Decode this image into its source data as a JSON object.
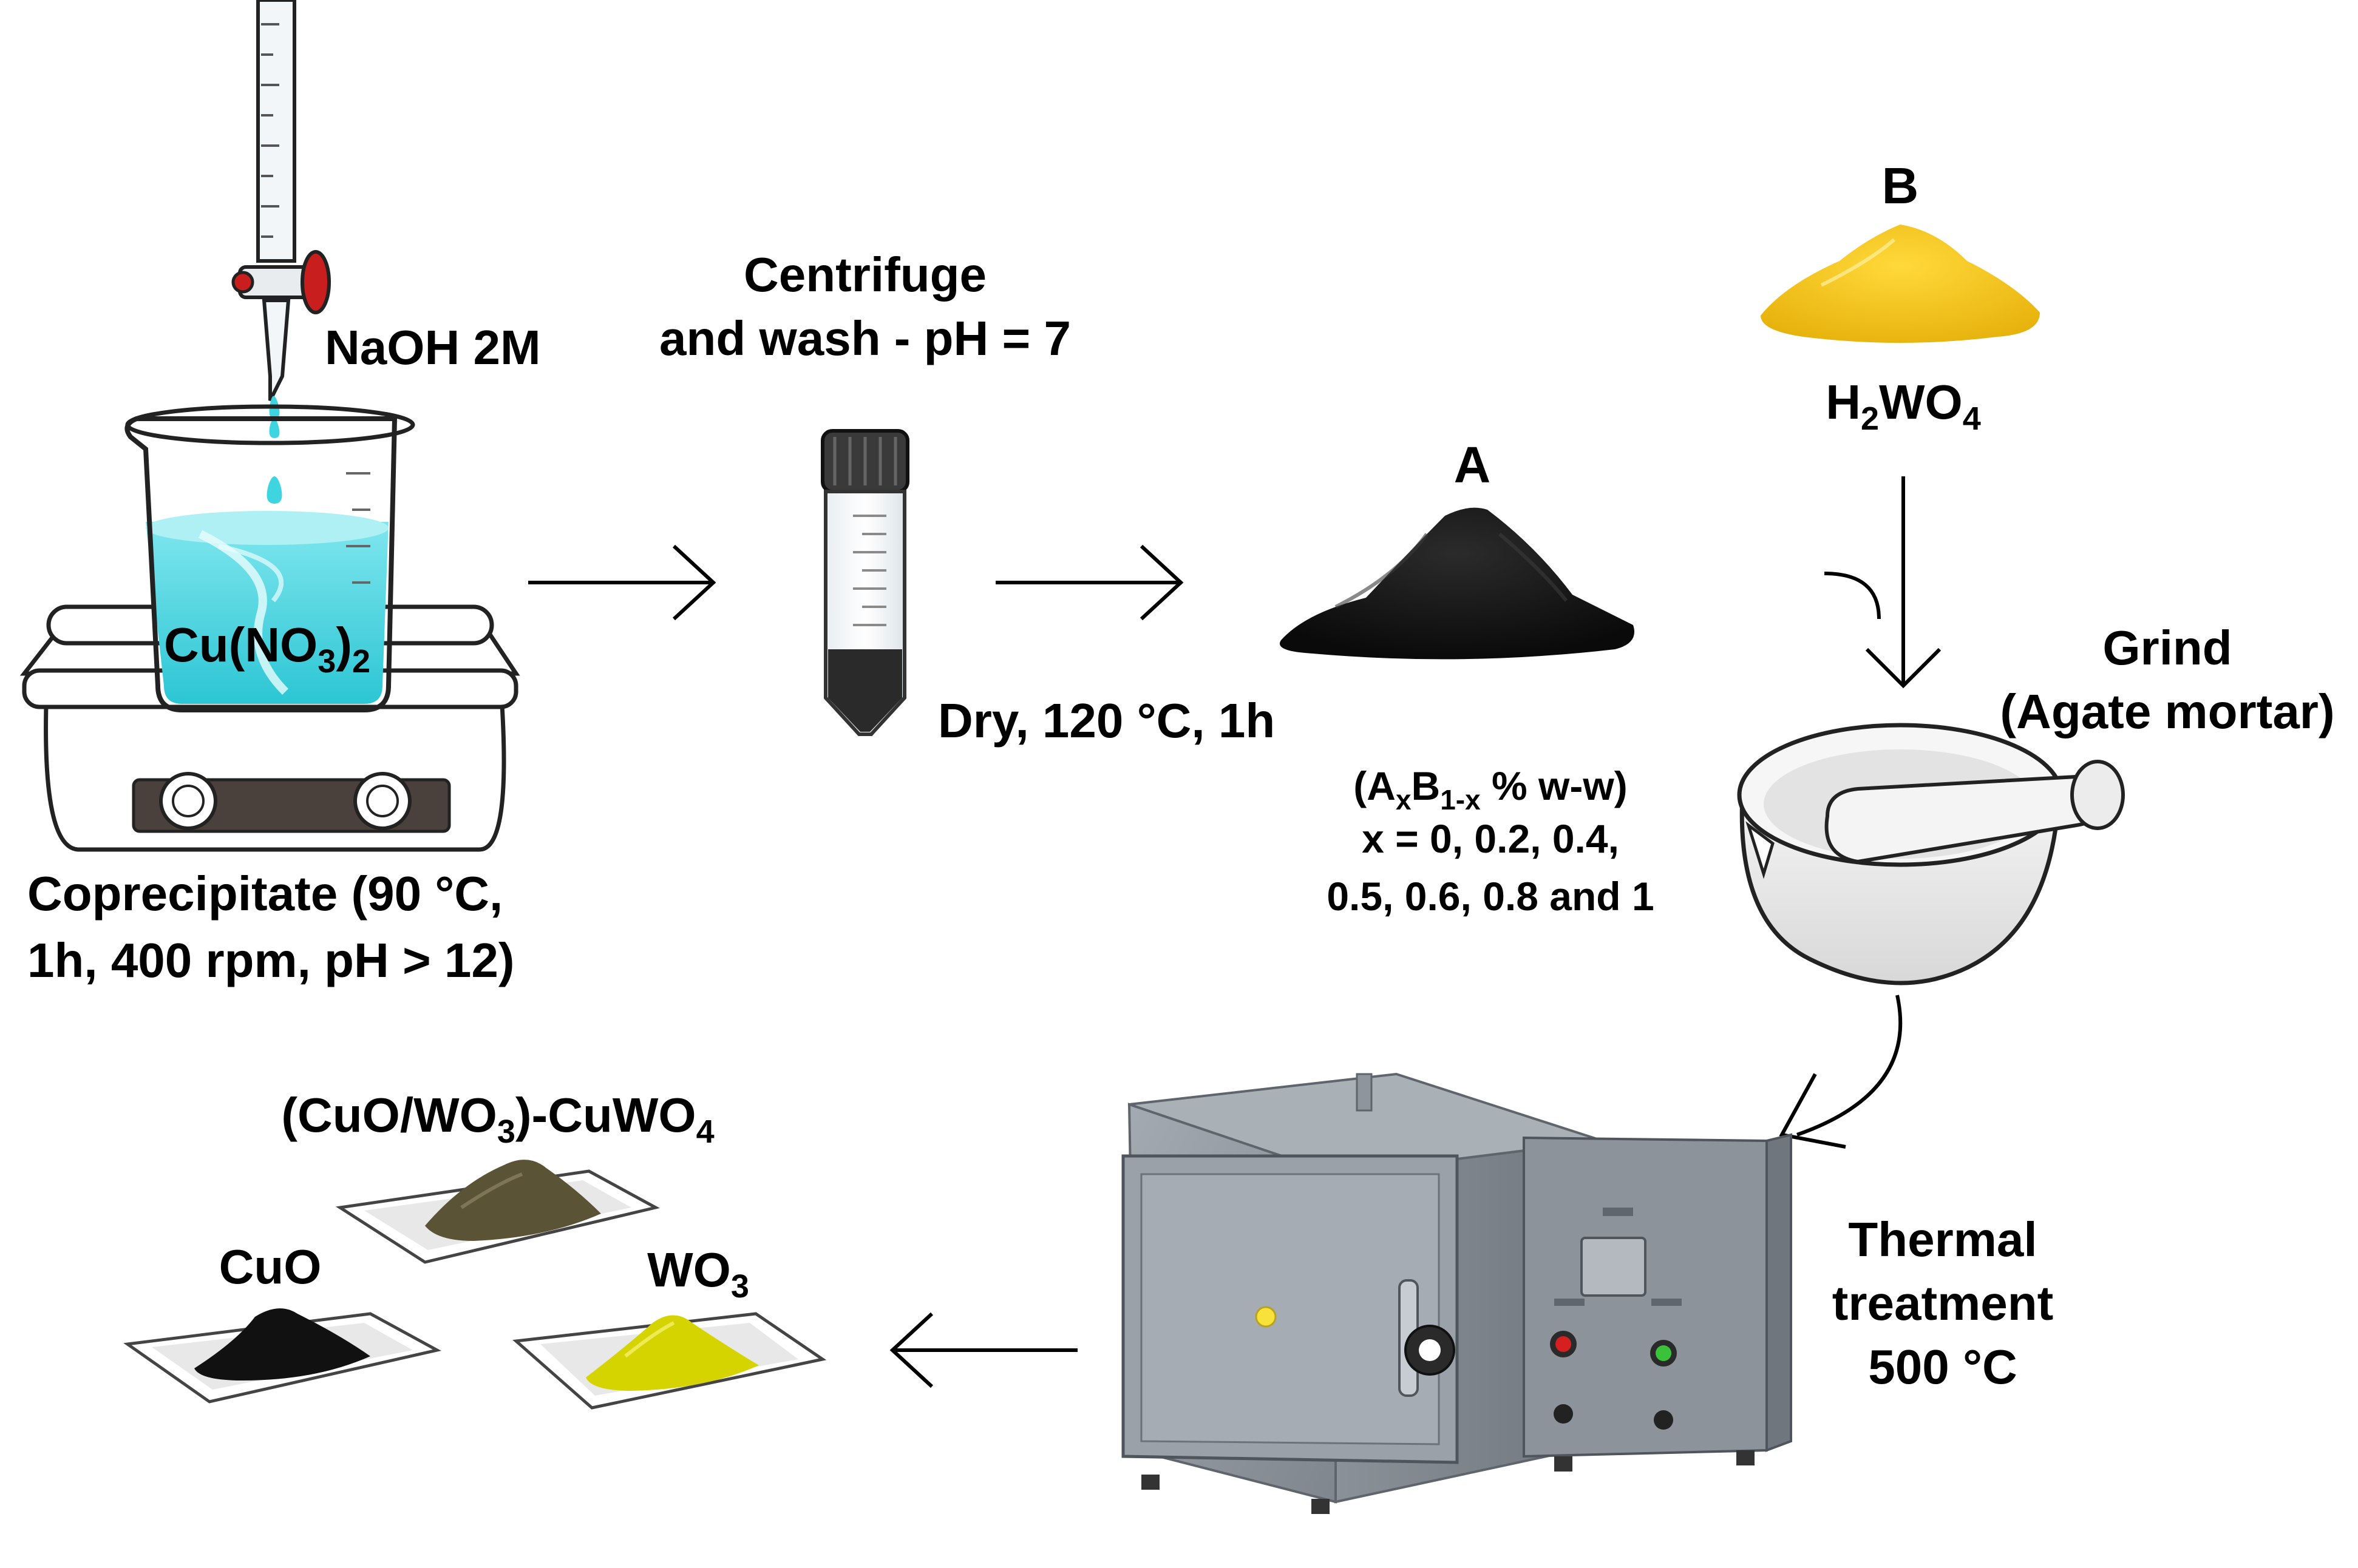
{
  "steps": {
    "coprecipitate": {
      "reagent": "NaOH 2M",
      "solution": {
        "base": "Cu(NO",
        "sub": "3",
        "close": ")",
        "sub2": "2"
      },
      "caption_line1": "Coprecipitate (90 °C,",
      "caption_line2": "1h, 400 rpm, pH > 12)"
    },
    "centrifuge": {
      "line1": "Centrifuge",
      "line2": "and wash - pH = 7",
      "dry": "Dry, 120 °C, 1h"
    },
    "precursor_a": {
      "label": "A"
    },
    "precursor_b": {
      "label": "B",
      "formula": {
        "p1": "H",
        "s1": "2",
        "p2": "WO",
        "s2": "4"
      }
    },
    "mixing": {
      "ratio": {
        "open": "(A",
        "sx": "x",
        "b": "B",
        "sb": "1-x",
        "rest": " % w-w)"
      },
      "line2": "x = 0, 0.2, 0.4,",
      "line3": "0.5, 0.6, 0.8 and 1"
    },
    "grind": {
      "line1": "Grind",
      "line2": "(Agate mortar)"
    },
    "thermal": {
      "line1": "Thermal",
      "line2": "treatment",
      "line3": "500 °C"
    },
    "products": {
      "composite": {
        "p1": "(CuO/WO",
        "s1": "3",
        "p2": ")-CuWO",
        "s2": "4"
      },
      "cuo": "CuO",
      "wo3": {
        "p1": "WO",
        "s1": "3"
      }
    }
  },
  "colors": {
    "solution": "#3ed4e0",
    "stopcock": "#c81e1e",
    "black_powder": "#111111",
    "yellow_powder": "#f7c815",
    "wo3_powder": "#d6d400",
    "composite_powder": "#5a5335",
    "furnace": "#8e959c",
    "green_button": "#3ac23a",
    "red_button": "#d62020"
  }
}
